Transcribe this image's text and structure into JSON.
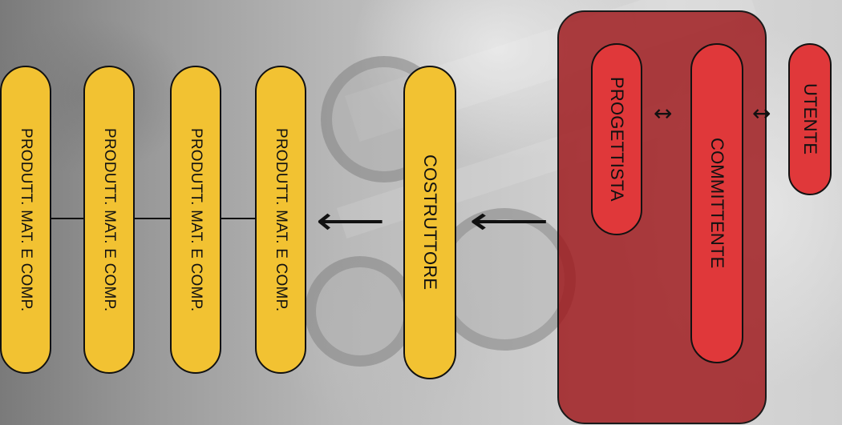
{
  "background": {
    "description_icon": "building-photo-background"
  },
  "group": {
    "color": "#9e161a"
  },
  "nodes": {
    "producers": [
      {
        "label": "PRODUTT. MAT. E COMP."
      },
      {
        "label": "PRODUTT. MAT. E COMP."
      },
      {
        "label": "PRODUTT. MAT. E COMP."
      },
      {
        "label": "PRODUTT. MAT. E COMP."
      }
    ],
    "costruttore": {
      "label": "COSTRUTTORE"
    },
    "progettista": {
      "label": "PROGETTISTA"
    },
    "committente": {
      "label": "COMMITTENTE"
    },
    "utente": {
      "label": "UTENTE"
    }
  },
  "arrows": {
    "left_arrow": "⟵",
    "bidirectional_arrow": "↔"
  },
  "colors": {
    "yellow": "#f2c232",
    "red": "#e0383a"
  }
}
